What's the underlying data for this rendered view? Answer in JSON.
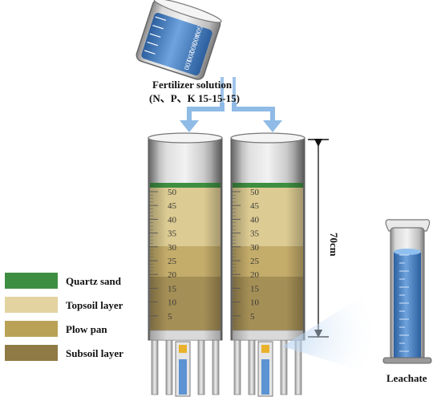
{
  "labels": {
    "fertilizer_line1": "Fertilizer solution",
    "fertilizer_line2": "(N、P、K 15-15-15)",
    "height": "70cm",
    "leachate": "Leachate"
  },
  "beaker": {
    "marks": [
      "500",
      "400",
      "300",
      "200",
      "100"
    ],
    "color": "#4a86c8"
  },
  "column": {
    "scale": [
      "50",
      "45",
      "40",
      "35",
      "30",
      "25",
      "20",
      "15",
      "10",
      "5"
    ]
  },
  "legend": [
    {
      "label": "Quartz sand",
      "color": "#3e8e41"
    },
    {
      "label": "Topsoil layer",
      "color": "#e3d3a0"
    },
    {
      "label": "Plow pan",
      "color": "#b9a256"
    },
    {
      "label": "Subsoil layer",
      "color": "#8f7a45"
    }
  ],
  "colors": {
    "topsoil": "#dccb92",
    "plow_pan": "#c4ac6a",
    "subsoil": "#a48f56",
    "quartz": "#3e8e41",
    "arrow": "#8fbbe6",
    "water": "#5b93d3"
  }
}
